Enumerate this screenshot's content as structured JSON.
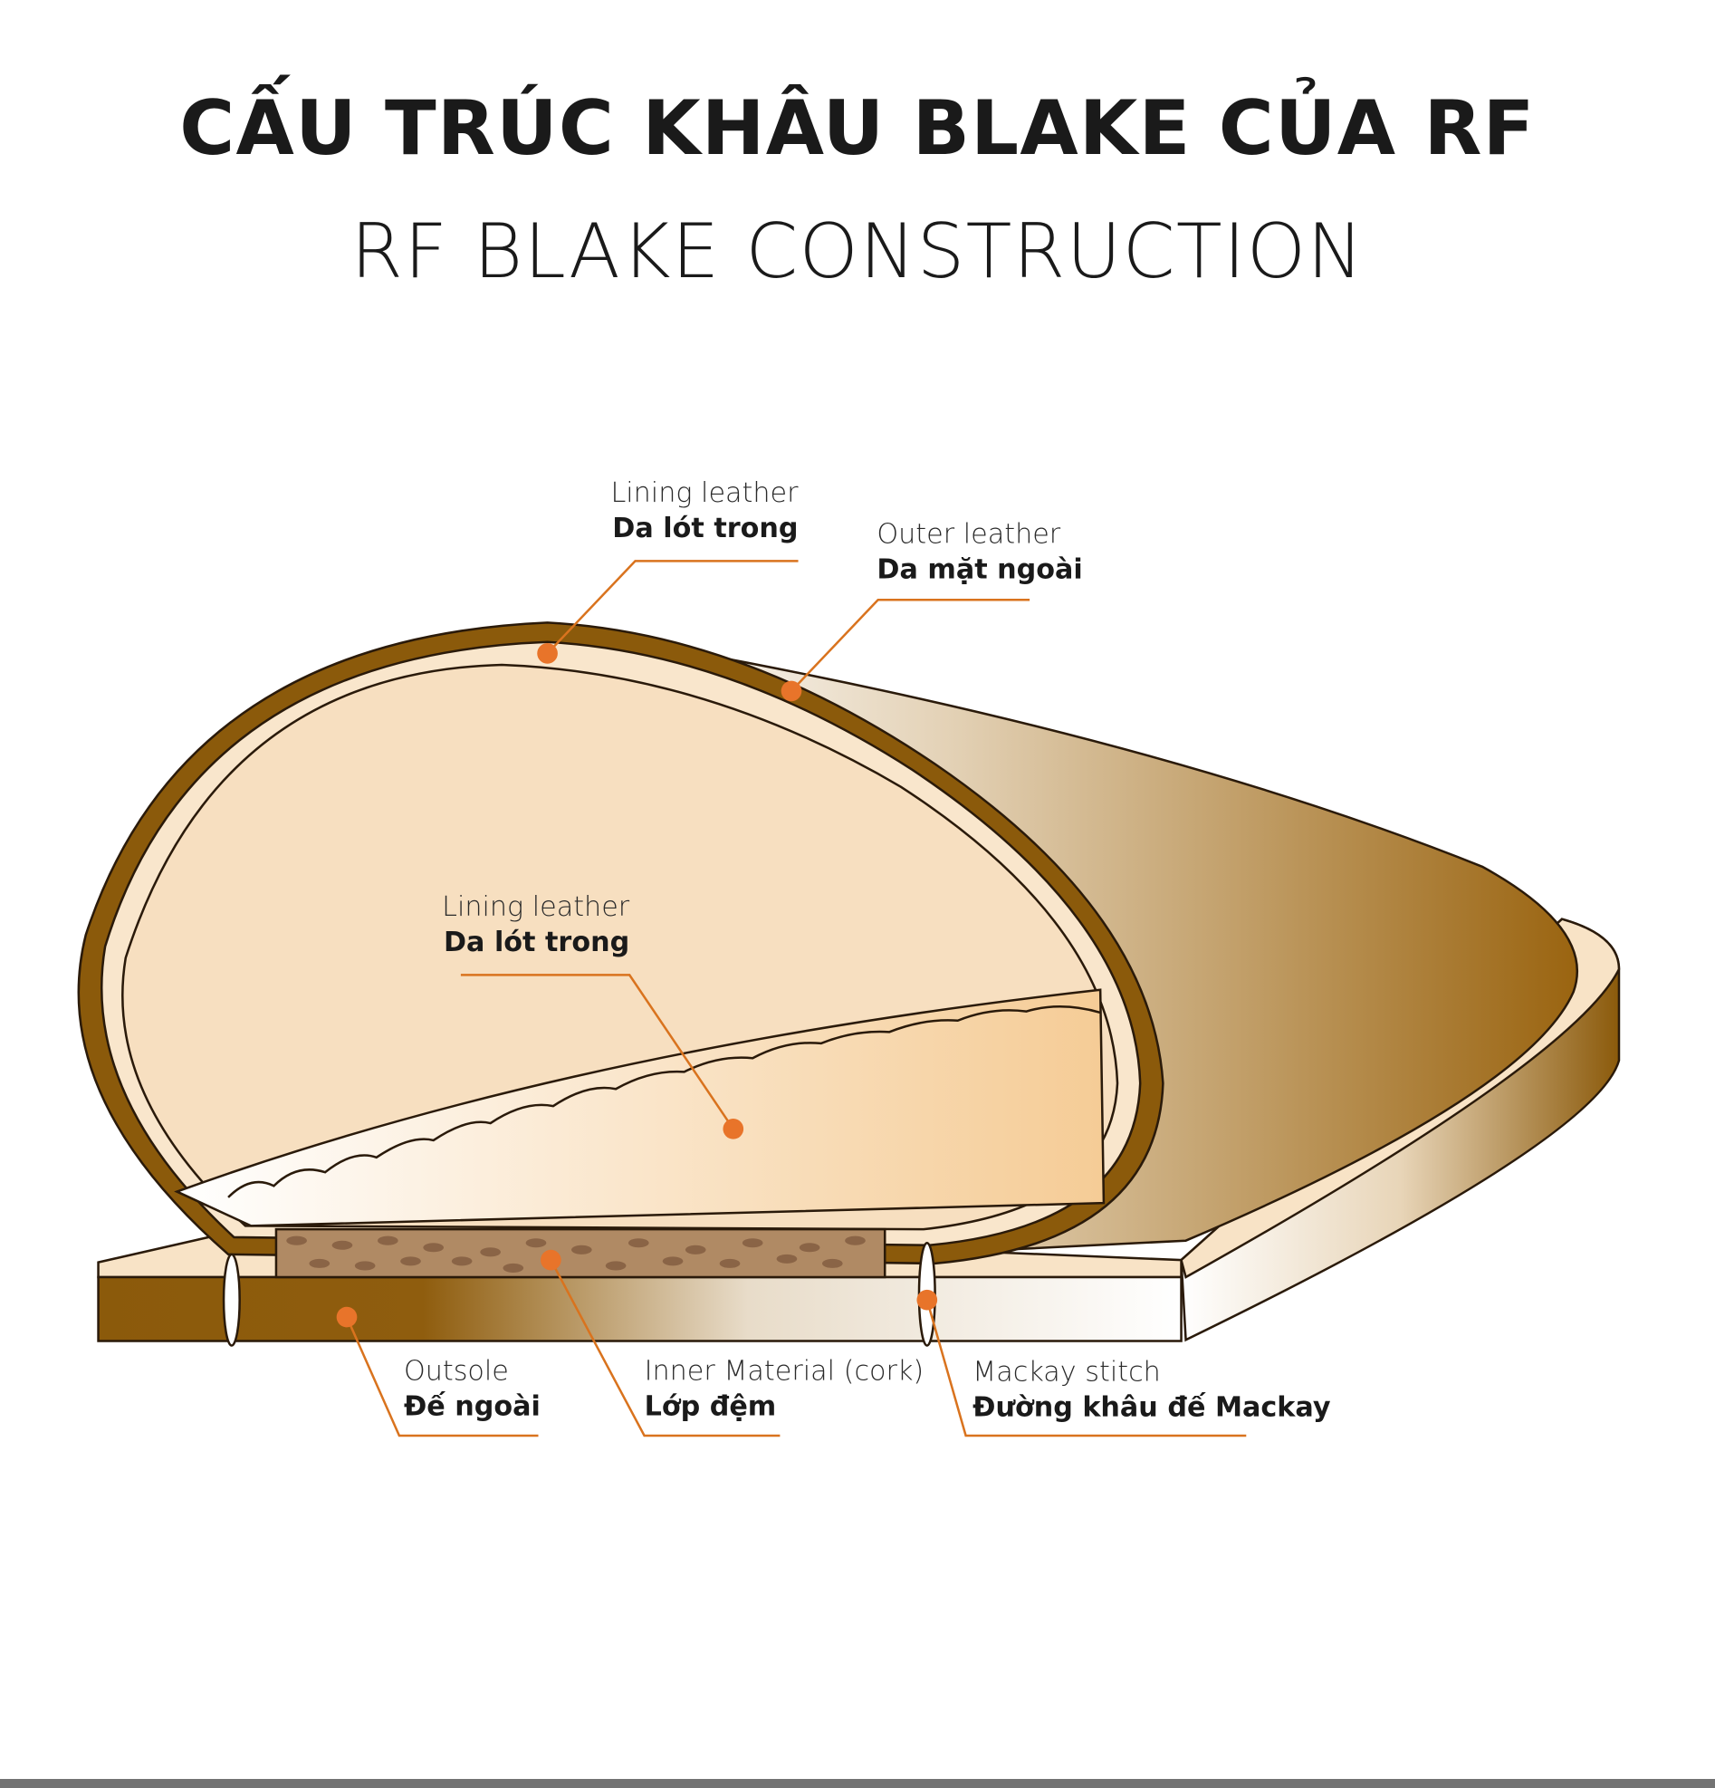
{
  "title": "CẤU TRÚC KHÂU BLAKE CỦA RF",
  "subtitle": "RF BLAKE CONSTRUCTION",
  "labels": {
    "lining_top": {
      "en": "Lining leather",
      "vi": "Da lót trong"
    },
    "outer": {
      "en": "Outer leather",
      "vi": "Da mặt ngoài"
    },
    "lining_inner": {
      "en": "Lining leather",
      "vi": "Da lót trong"
    },
    "outsole": {
      "en": "Outsole",
      "vi": "Đế ngoài"
    },
    "cork": {
      "en": "Inner Material (cork)",
      "vi": "Lớp đệm"
    },
    "stitch": {
      "en": "Mackay stitch",
      "vi": "Đường khâu đế Mackay"
    }
  },
  "colors": {
    "leather": "#8b5a0b",
    "lining": "#f7dfc0",
    "accent": "#d9731e",
    "cork": "#b08a64"
  }
}
